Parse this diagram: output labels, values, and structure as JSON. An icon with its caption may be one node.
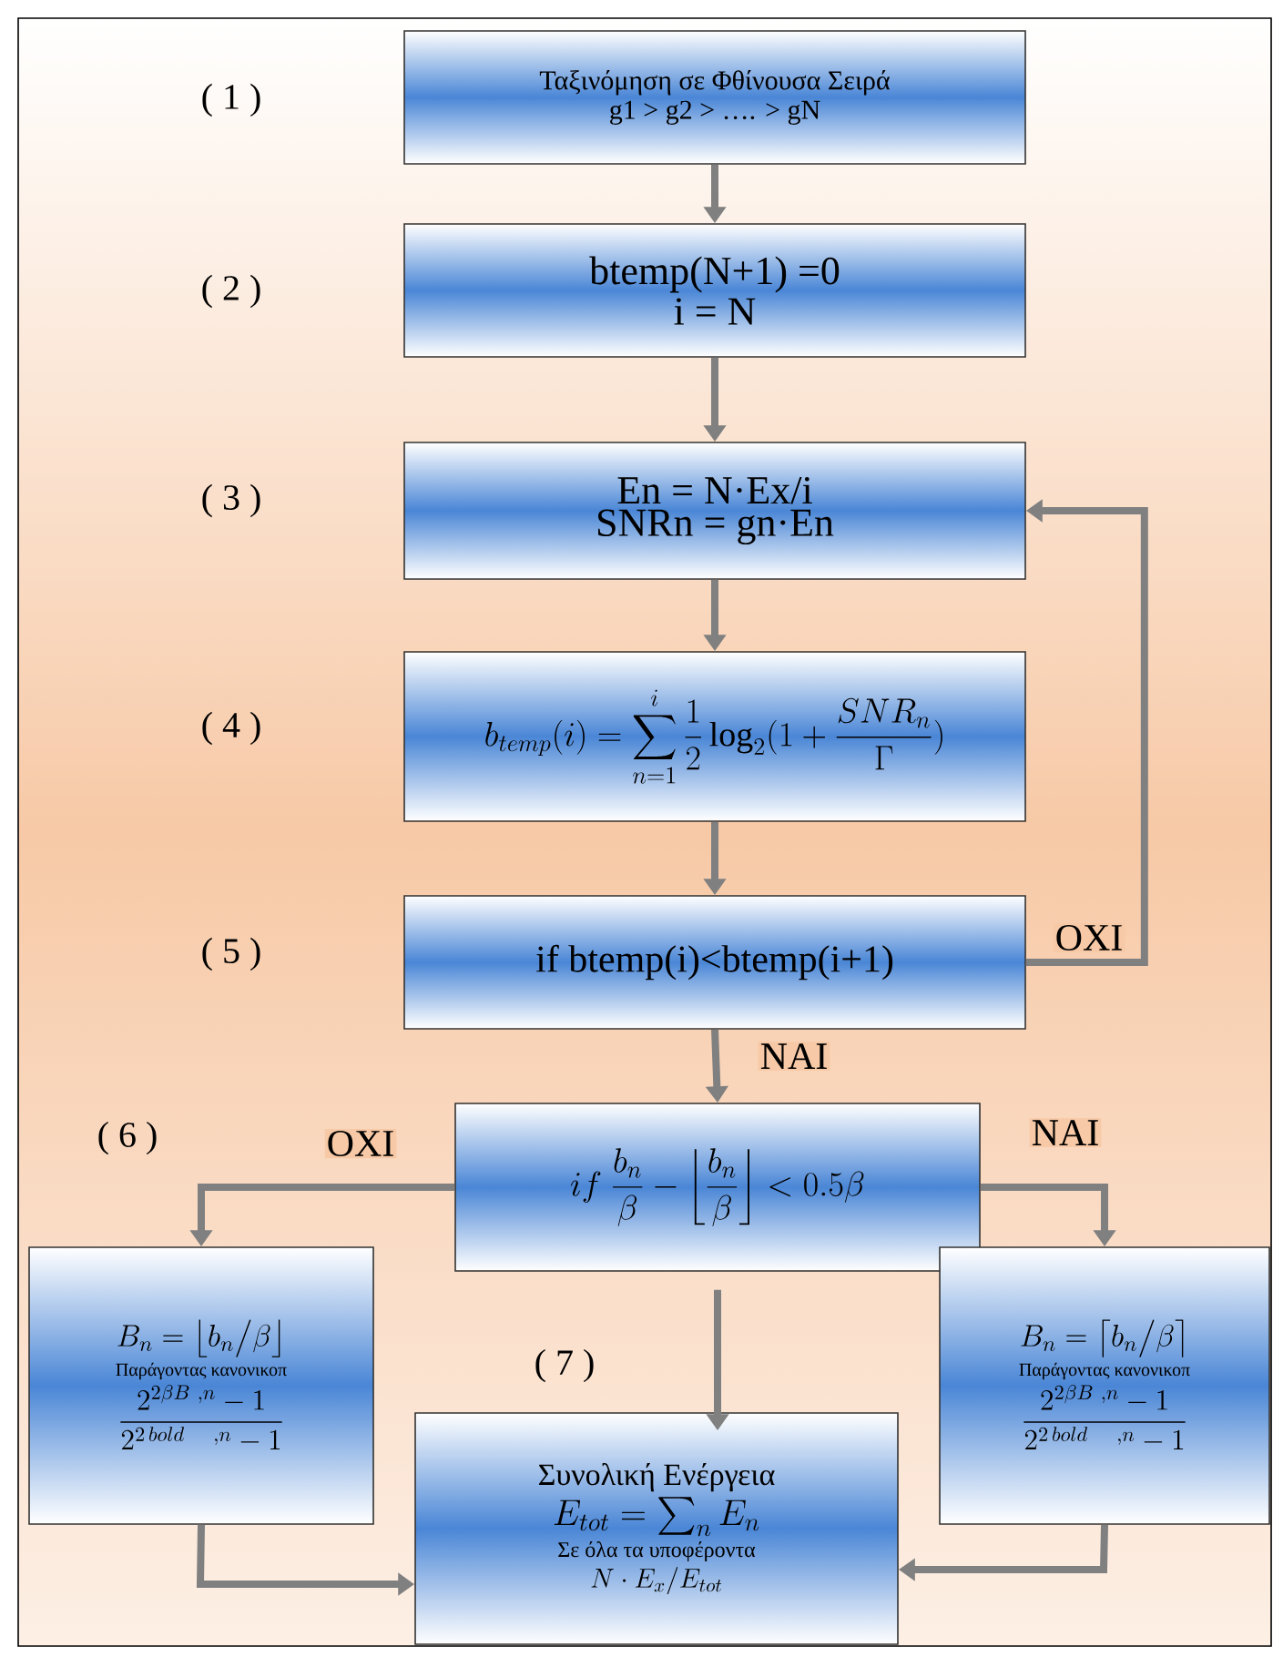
{
  "diagram": {
    "nodes": [
      {
        "text": [
          "Ταξινόμηση σε Φθίνουσα Σειρά",
          "g1 > g2 > …. > gN"
        ],
        "beside": [
          "( 1 )"
        ]
      },
      {
        "text": [
          "btemp(N+1) =0",
          "i = N"
        ],
        "beside": [
          "( 2 )"
        ]
      },
      {
        "text": [
          "En = N·Ex/i",
          "SNRn = gn·En"
        ],
        "beside": [
          "( 3 )"
        ]
      },
      {
        "text": [
          "b_{temp}(i)=\\sum_{n=1}^{i}\\frac{1}{2}\\log_{2}(1+\\frac{SNR_{n}}{\\Gamma})"
        ],
        "beside": [
          "( 4 )"
        ]
      },
      {
        "text": [
          "if btemp(i)<btemp(i+1)"
        ],
        "beside": [
          "( 5 )"
        ]
      },
      {
        "text": [
          "if\\ \\frac{b_{n}}{\\beta}-\\left\\lfloor\\frac{b_{n}}{\\beta}\\right\\rfloor<0.5\\beta"
        ]
      },
      {
        "text": [
          "B_{n}=\\left\\lfloor b_{n}\\big/\\beta\\right\\rfloor",
          "Παράγοντας κανονικοπ",
          "\\frac{2^{2\\beta B\\ ,n}-1}{2^{2\\,bold\\quad ,n}-1}"
        ],
        "beside": [
          "( 6 )"
        ]
      },
      {
        "text": [
          "B_{n}=\\left\\lceil b_{n}\\big/\\beta\\right\\rceil",
          "Παράγοντας κανονικοπ",
          "\\frac{2^{2\\beta B\\ ,n}-1}{2^{2\\,bold\\quad ,n}-1}"
        ]
      },
      {
        "text": [
          "Συνολική Ενέργεια",
          "E_{tot}=\\sum_{n}E_{n}",
          "Σε όλα τα υποφέροντα",
          "N\\cdot E_{x}/E_{tot}"
        ],
        "beside": [
          "( 7 )"
        ]
      }
    ],
    "edges": [
      {
        "from": 0,
        "to": 1,
        "arrow": "to"
      },
      {
        "from": 1,
        "to": 2,
        "arrow": "to"
      },
      {
        "from": 2,
        "to": 3,
        "arrow": "to"
      },
      {
        "from": 3,
        "to": 4,
        "arrow": "to"
      },
      {
        "from": 4,
        "to": 2,
        "arrow": "to",
        "label": "OXI"
      },
      {
        "from": 4,
        "to": 5,
        "arrow": "to",
        "label": "NAI"
      },
      {
        "from": 5,
        "to": 6,
        "arrow": "to",
        "label": "OXI"
      },
      {
        "from": 5,
        "to": 7,
        "arrow": "to",
        "label": "NAI"
      },
      {
        "from": 5,
        "to": 8,
        "arrow": "to"
      },
      {
        "from": 6,
        "to": 8,
        "arrow": "to"
      },
      {
        "from": 7,
        "to": 8,
        "arrow": "to"
      }
    ]
  }
}
